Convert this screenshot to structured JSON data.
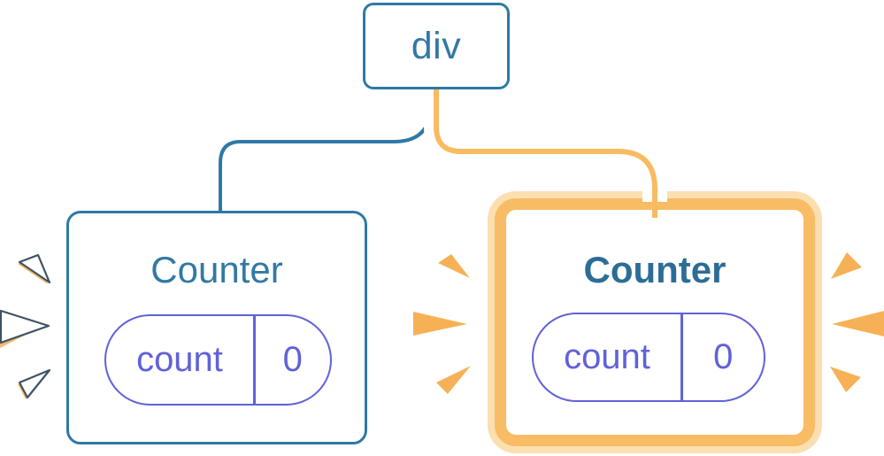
{
  "root_node": {
    "label": "div"
  },
  "counters": [
    {
      "title": "Counter",
      "state_key": "count",
      "state_value": "0",
      "highlighted": false
    },
    {
      "title": "Counter",
      "state_key": "count",
      "state_value": "0",
      "highlighted": true
    }
  ],
  "colors": {
    "node_blue": "#2E79A5",
    "text_blue": "#3279A4",
    "title_blue_bold": "#2C6D96",
    "pill_purple": "#6161D9",
    "connector_orange": "#F8BB61",
    "highlight_border": "#F8BC64",
    "highlight_halo": "#FBDFB0",
    "spark_orange": "#F6B156",
    "spark_white": "#FFFFFF",
    "spark_outline": "#3D5363"
  }
}
